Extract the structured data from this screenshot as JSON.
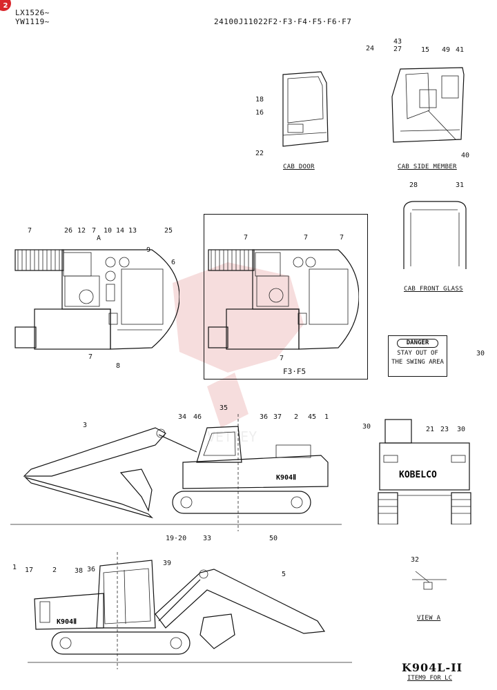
{
  "header": {
    "serial_1": "LX1526~",
    "serial_2": "YW1119~",
    "part_number": "24100J11022F2·F3·F4·F5·F6·F7",
    "corner_badge": "2"
  },
  "views": {
    "cab_door": {
      "caption": "CAB DOOR",
      "labels": [
        "18",
        "16",
        "22"
      ]
    },
    "cab_side_member": {
      "caption": "CAB SIDE MEMBER",
      "labels": [
        "24",
        "43",
        "27",
        "15",
        "49",
        "41",
        "40"
      ]
    },
    "cab_front_glass": {
      "caption": "CAB FRONT GLASS",
      "labels": [
        "28",
        "31"
      ]
    },
    "top_view": {
      "labels": [
        "7",
        "26",
        "12",
        "7",
        "10",
        "14",
        "13",
        "25",
        "9",
        "6",
        "7",
        "8"
      ],
      "marker": "A"
    },
    "top_view_f3f5": {
      "caption": "F3·F5",
      "labels": [
        "7",
        "7",
        "7",
        "7"
      ]
    },
    "danger_decal": {
      "title": "DANGER",
      "line1": "STAY OUT OF",
      "line2": "THE SWING AREA",
      "label": "30"
    },
    "side_view_left": {
      "labels": [
        "35",
        "3",
        "34",
        "46",
        "36",
        "37",
        "2",
        "45",
        "1",
        "19·20",
        "33",
        "50"
      ],
      "body_decal": "K904Ⅱ"
    },
    "rear_view": {
      "labels": [
        "30",
        "21",
        "23",
        "30"
      ],
      "brand": "KOBELCO"
    },
    "side_view_right": {
      "labels": [
        "1",
        "17",
        "2",
        "38",
        "36",
        "39",
        "5"
      ],
      "body_decal": "K904Ⅱ"
    },
    "view_a": {
      "caption": "VIEW A",
      "labels": [
        "32"
      ]
    }
  },
  "footer": {
    "model": "K904L-II",
    "note": "ITEM9 FOR LC"
  },
  "watermark": {
    "color": "#e8a0a0"
  }
}
